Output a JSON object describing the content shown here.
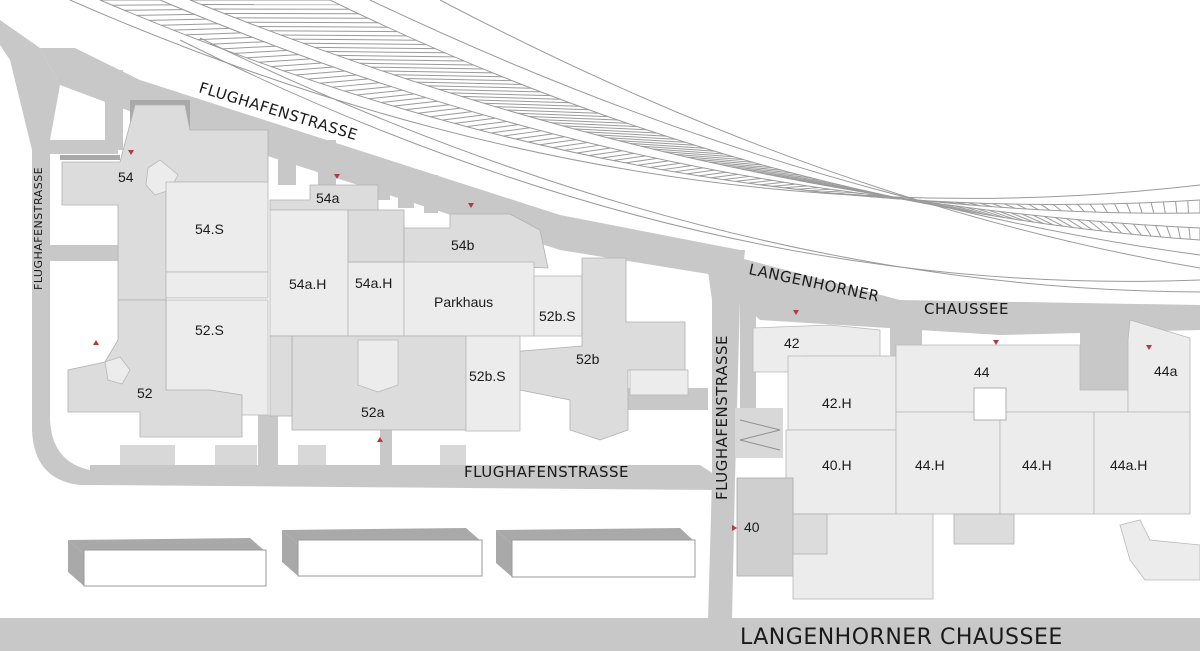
{
  "streets": {
    "flughafen_top": "FLUGHAFENSTRASSE",
    "flughafen_left": "FLUGHAFENSTRASSE",
    "flughafen_bottom": "FLUGHAFENSTRASSE",
    "flughafen_vertical": "FLUGHAFENSTRASSE",
    "langenhorner_upper_1": "LANGENHORNER",
    "langenhorner_upper_2": "CHAUSSEE",
    "langenhorner_bottom": "LANGENHORNER CHAUSSEE"
  },
  "buildings": {
    "b54": "54",
    "b54S": "54.S",
    "b54a": "54a",
    "b54aH_1": "54a.H",
    "b54aH_2": "54a.H",
    "b54b": "54b",
    "parkhaus": "Parkhaus",
    "b52bS_1": "52b.S",
    "b52bS_2": "52b.S",
    "b52b": "52b",
    "b52S": "52.S",
    "b52": "52",
    "b52a": "52a",
    "b42": "42",
    "b42H": "42.H",
    "b44": "44",
    "b44a": "44a",
    "b40H": "40.H",
    "b44H_1": "44.H",
    "b44H_2": "44.H",
    "b44aH": "44a.H",
    "b40": "40"
  },
  "colors": {
    "road": "#c8c8c8",
    "building_light": "#ececec",
    "building_mid": "#dcdcdc",
    "entrance_marker": "#b33a3a"
  }
}
